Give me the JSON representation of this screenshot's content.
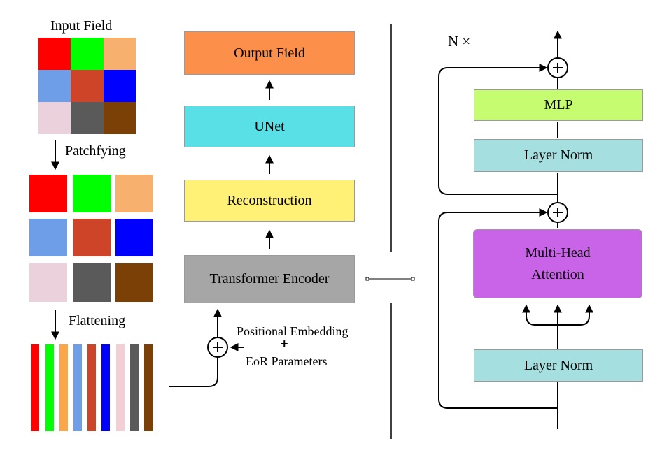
{
  "patch_colors": [
    "#fe0000",
    "#00ff00",
    "#f8b06e",
    "#6f9ee8",
    "#ce4428",
    "#0000fe",
    "#ebd1dc",
    "#5a5a5a",
    "#7b4005"
  ],
  "stripe_colors": [
    "#fe0000",
    "#00ff00",
    "#fca64a",
    "#6f9ee8",
    "#ce4428",
    "#0000fe",
    "#f2cfd4",
    "#5a5a5a",
    "#7b4005"
  ],
  "left": {
    "input_field": "Input Field",
    "patchfying": "Patchfying",
    "flattening": "Flattening"
  },
  "middle": {
    "output_field": "Output Field",
    "unet": "UNet",
    "reconstruction": "Reconstruction",
    "transformer_encoder": "Transformer Encoder",
    "positional_embedding": "Positional Embedding",
    "plus": "+",
    "eor_parameters": "EoR Parameters"
  },
  "right": {
    "repeat": "N ×",
    "mlp": "MLP",
    "layer_norm_top": "Layer Norm",
    "mha_line1": "Multi-Head",
    "mha_line2": "Attention",
    "layer_norm_bottom": "Layer Norm"
  },
  "colors": {
    "output_field": "#fc8f4a",
    "unet": "#59e0e6",
    "reconstruction": "#fff176",
    "transformer_encoder": "#a6a6a6",
    "mlp": "#c6fc70",
    "layer_norm": "#a5dfe0",
    "mha": "#c964e8"
  }
}
